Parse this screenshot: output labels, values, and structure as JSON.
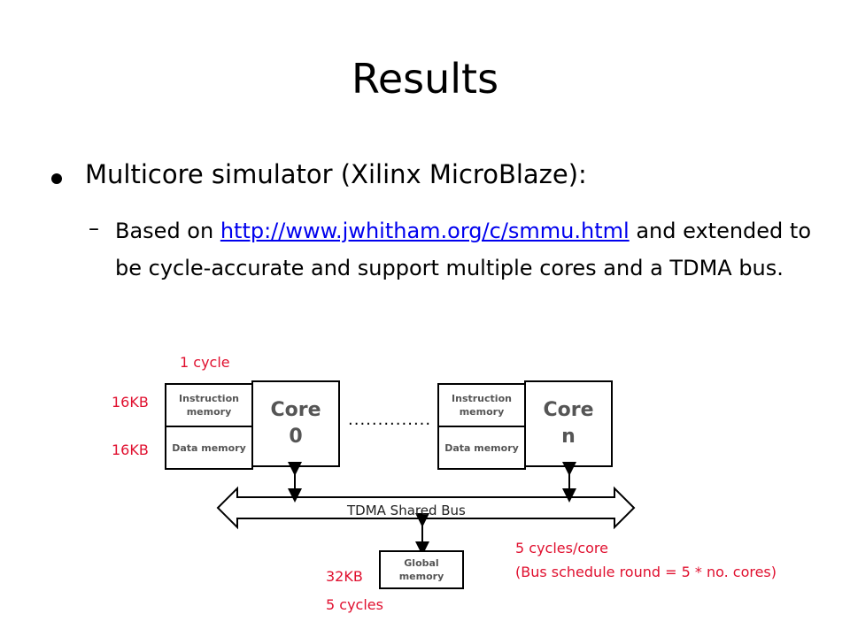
{
  "slide": {
    "title": "Results",
    "bullet": "Multicore simulator (Xilinx MicroBlaze):",
    "sub_dash": "–",
    "sub_prefix": "Based on ",
    "sub_link": "http://www.jwhitham.org/c/smmu.html",
    "sub_rest": "and extended to be cycle-accurate and support multiple cores and a TDMA bus."
  },
  "diagram": {
    "cycle_label": "1 cycle",
    "imem_size": "16KB",
    "dmem_size": "16KB",
    "core_left": {
      "imem": "Instruction memory",
      "dmem": "Data memory",
      "name": "Core 0"
    },
    "core_right": {
      "imem": "Instruction memory",
      "dmem": "Data memory",
      "name": "Core n"
    },
    "ellipsis": "..............",
    "bus": "TDMA Shared Bus",
    "global_mem": "Global memory",
    "global_size": "32KB",
    "global_cycles": "5 cycles",
    "bus_cycles": "5 cycles/core",
    "bus_schedule": "(Bus schedule round = 5 * no. cores)",
    "colors": {
      "annotation": "#e0102f",
      "link": "#0000ee"
    }
  }
}
